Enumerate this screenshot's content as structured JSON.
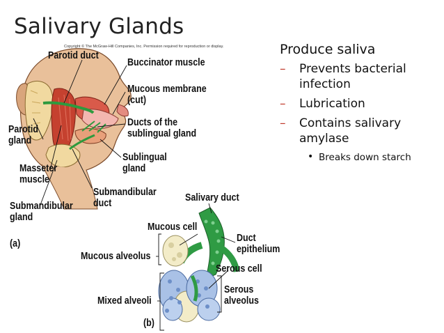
{
  "slide": {
    "title": "Salivary Glands",
    "bullets": {
      "main": "Produce saliva",
      "items": [
        {
          "line1": "Prevents bacterial",
          "line2": "infection"
        },
        {
          "line1": "Lubrication",
          "line2": ""
        },
        {
          "line1": "Contains salivary",
          "line2": "amylase"
        }
      ],
      "sub": "Breaks down starch",
      "dash": "–",
      "dot": "•"
    }
  },
  "figure": {
    "copyright": "Copyright © The McGraw-Hill Companies, Inc. Permission required for reproduction or display.",
    "labels": {
      "parotid_duct": "Parotid duct",
      "buccinator": "Buccinator muscle",
      "mucous_membrane_1": "Mucous membrane",
      "mucous_membrane_2": "(cut)",
      "ducts_sublingual_1": "Ducts of the",
      "ducts_sublingual_2": "sublingual gland",
      "parotid_gland_1": "Parotid",
      "parotid_gland_2": "gland",
      "sublingual_1": "Sublingual",
      "sublingual_2": "gland",
      "masseter_1": "Masseter",
      "masseter_2": "muscle",
      "submandibular_duct_1": "Submandibular",
      "submandibular_duct_2": "duct",
      "submandibular_gland_1": "Submandibular",
      "submandibular_gland_2": "gland",
      "panel_a": "(a)",
      "salivary_duct": "Salivary duct",
      "mucous_cell": "Mucous cell",
      "duct_epithelium_1": "Duct",
      "duct_epithelium_2": "epithelium",
      "mucous_alveolus": "Mucous alveolus",
      "serous_cell": "Serous cell",
      "serous_alveolus_1": "Serous",
      "serous_alveolus_2": "alveolus",
      "mixed_alveoli": "Mixed alveoli",
      "panel_b": "(b)"
    }
  }
}
